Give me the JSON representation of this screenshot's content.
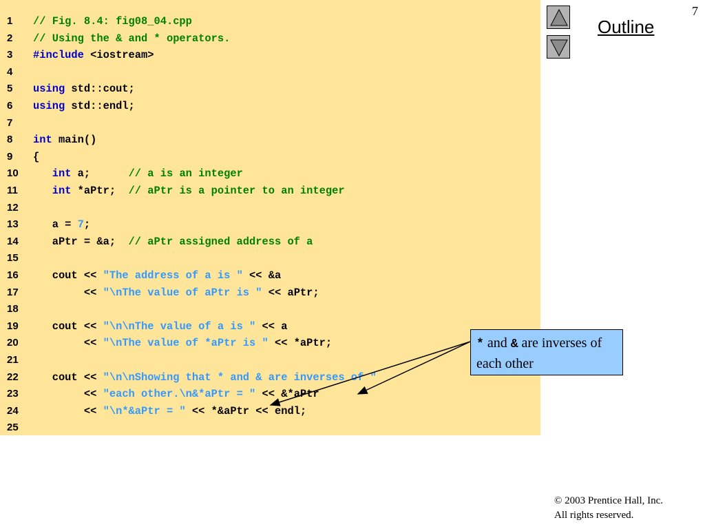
{
  "slide": {
    "number": "7"
  },
  "nav": {
    "outline_label": "Outline"
  },
  "code_lines": [
    [
      {
        "t": "comment",
        "v": "// Fig. 8.4: fig08_04.cpp"
      }
    ],
    [
      {
        "t": "comment",
        "v": "// Using the & and * operators."
      }
    ],
    [
      {
        "t": "keyword",
        "v": "#include "
      },
      {
        "t": "normal",
        "v": "<iostream>"
      }
    ],
    [],
    [
      {
        "t": "keyword",
        "v": "using "
      },
      {
        "t": "normal",
        "v": "std::cout;"
      }
    ],
    [
      {
        "t": "keyword",
        "v": "using "
      },
      {
        "t": "normal",
        "v": "std::endl;"
      }
    ],
    [],
    [
      {
        "t": "keyword",
        "v": "int "
      },
      {
        "t": "normal",
        "v": "main()"
      }
    ],
    [
      {
        "t": "normal",
        "v": "{"
      }
    ],
    [
      {
        "t": "normal",
        "v": "   "
      },
      {
        "t": "keyword",
        "v": "int "
      },
      {
        "t": "normal",
        "v": "a;      "
      },
      {
        "t": "comment",
        "v": "// a is an integer"
      }
    ],
    [
      {
        "t": "normal",
        "v": "   "
      },
      {
        "t": "keyword",
        "v": "int "
      },
      {
        "t": "normal",
        "v": "*aPtr;  "
      },
      {
        "t": "comment",
        "v": "// aPtr is a pointer to an integer"
      }
    ],
    [],
    [
      {
        "t": "normal",
        "v": "   a = "
      },
      {
        "t": "number",
        "v": "7"
      },
      {
        "t": "normal",
        "v": ";"
      }
    ],
    [
      {
        "t": "normal",
        "v": "   aPtr = &a;  "
      },
      {
        "t": "comment",
        "v": "// aPtr assigned address of a"
      }
    ],
    [],
    [
      {
        "t": "normal",
        "v": "   cout << "
      },
      {
        "t": "string",
        "v": "\"The address of a is \""
      },
      {
        "t": "normal",
        "v": " << &a"
      }
    ],
    [
      {
        "t": "normal",
        "v": "        << "
      },
      {
        "t": "string",
        "v": "\"\\nThe value of aPtr is \""
      },
      {
        "t": "normal",
        "v": " << aPtr;"
      }
    ],
    [],
    [
      {
        "t": "normal",
        "v": "   cout << "
      },
      {
        "t": "string",
        "v": "\"\\n\\nThe value of a is \""
      },
      {
        "t": "normal",
        "v": " << a"
      }
    ],
    [
      {
        "t": "normal",
        "v": "        << "
      },
      {
        "t": "string",
        "v": "\"\\nThe value of *aPtr is \""
      },
      {
        "t": "normal",
        "v": " << *aPtr;"
      }
    ],
    [],
    [
      {
        "t": "normal",
        "v": "   cout << "
      },
      {
        "t": "string",
        "v": "\"\\n\\nShowing that * and & are inverses of \""
      }
    ],
    [
      {
        "t": "normal",
        "v": "        << "
      },
      {
        "t": "string",
        "v": "\"each other.\\n&*aPtr = \""
      },
      {
        "t": "normal",
        "v": " << &*aPtr"
      }
    ],
    [
      {
        "t": "normal",
        "v": "        << "
      },
      {
        "t": "string",
        "v": "\"\\n*&aPtr = \""
      },
      {
        "t": "normal",
        "v": " << *&aPtr << endl;"
      }
    ],
    []
  ],
  "callout": {
    "star": "*",
    "and_text": " and ",
    "amp": "&",
    "rest_text": " are inverses of each other"
  },
  "footer": {
    "copyright_line1": "© 2003 Prentice Hall, Inc.",
    "copyright_line2": "All rights reserved."
  },
  "colors": {
    "code_background": "#ffe599",
    "keyword": "#0000cc",
    "comment": "#008000",
    "string": "#3399ff",
    "callout_background": "#99ccff"
  }
}
